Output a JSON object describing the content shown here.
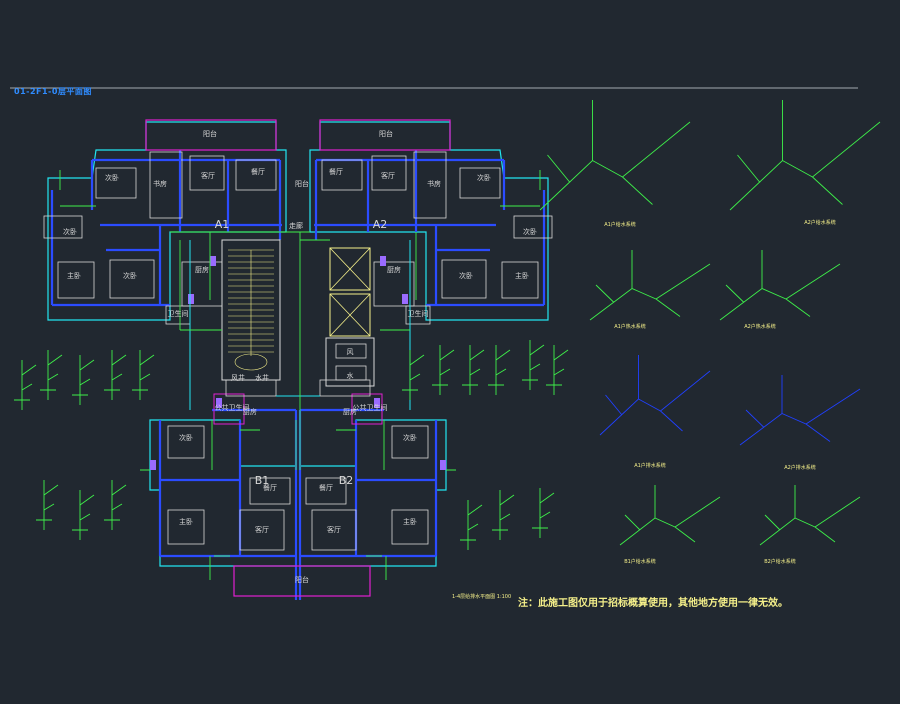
{
  "sheet": {
    "title": "01-2F1-0层平面图"
  },
  "units": {
    "A1": "A1",
    "A2": "A2",
    "B1": "B1",
    "B2": "B2"
  },
  "rooms": {
    "balcony": "阳台",
    "living": "客厅",
    "dining": "餐厅",
    "secondary_bed": "次卧",
    "master_bed": "主卧",
    "kitchen": "厨房",
    "bath": "卫生间",
    "study": "书房",
    "corridor": "走廊",
    "shared_bath": "公共卫生间",
    "well_a": "风",
    "well_b": "水",
    "well_c": "风井",
    "well_d": "水井"
  },
  "axo_captions": {
    "a1_supply": "A1户给水系统",
    "a2_supply": "A2户给水系统",
    "a1_hot": "A1户热水系统",
    "a2_hot": "A2户热水系统",
    "a1_drain": "A1户排水系统",
    "a2_drain": "A2户排水系统",
    "b1_supply": "B1户给水系统",
    "b2_supply": "B2户给水系统"
  },
  "plan_caption": "1-4层给排水平面图 1:100",
  "note": "注：此施工图仅用于招标概算使用，其他地方使用一律无效。",
  "colors": {
    "background": "#212830",
    "wall": "#2b4cff",
    "outline": "#22e5f0",
    "balcony": "#e020d0",
    "fixture": "#d8d8d8",
    "pipe_green": "#3ef04a",
    "pipe_blue": "#2040ff",
    "stair": "#f5f08a",
    "text": "#f5f08a"
  }
}
